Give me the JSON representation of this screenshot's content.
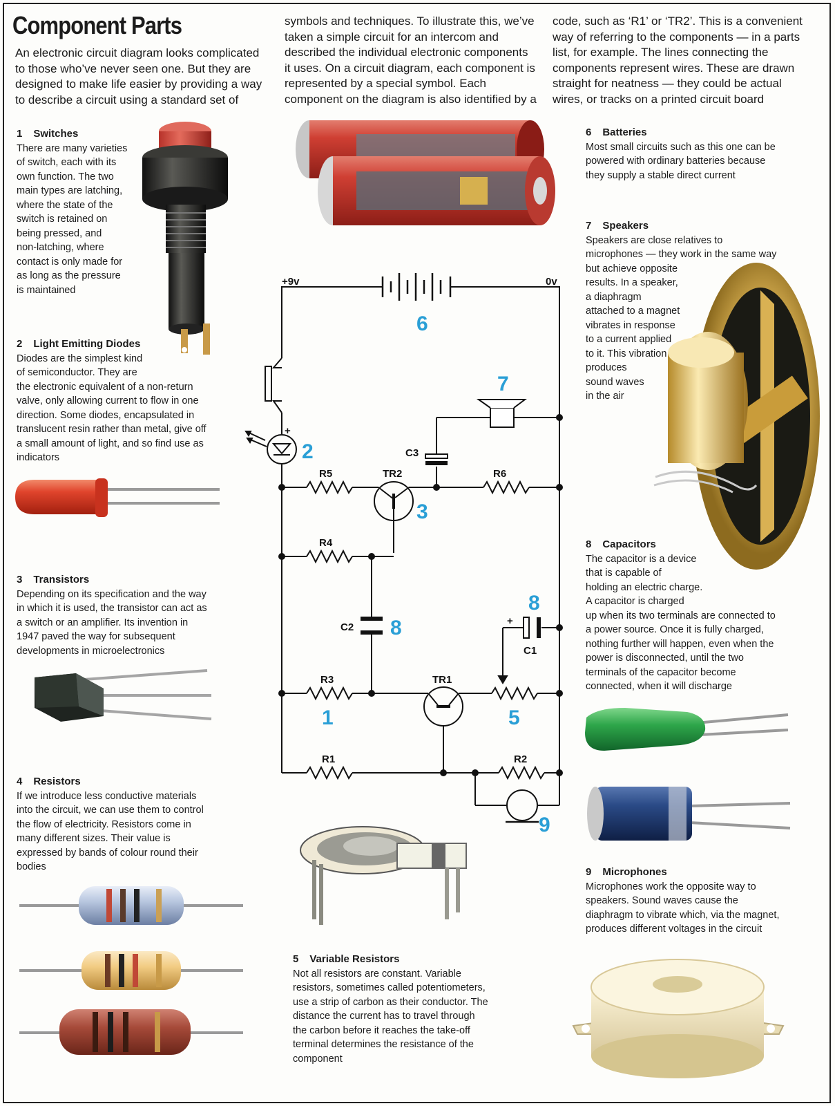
{
  "title": "Component Parts",
  "intro": {
    "col1": "An electronic circuit diagram looks complicated\nto those who’ve never seen one. But they are\ndesigned to make life easier by providing a way\nto describe a circuit using a standard set of",
    "col2": "symbols and techniques. To illustrate this, we’ve\ntaken a simple circuit for an intercom and\ndescribed the individual electronic components\nit uses. On a circuit diagram, each component is\nrepresented by a special symbol. Each\ncomponent on the diagram is also identified by a",
    "col3": "code, such as ‘R1’ or ‘TR2’. This is a convenient\nway of referring to the components — in a parts\nlist, for example. The lines connecting the\ncomponents represent wires. These are drawn\nstraight for neatness — they could be actual\nwires, or tracks on a printed circuit board"
  },
  "sections": [
    {
      "num": "1",
      "title": "Switches",
      "text": "There are many varieties\nof switch, each with its\nown function. The two\nmain types are latching,\nwhere the state of the\nswitch is retained on\nbeing pressed, and\nnon-latching, where\ncontact is only made for\nas long as the pressure\nis maintained"
    },
    {
      "num": "2",
      "title": "Light Emitting Diodes",
      "text": "Diodes are the simplest kind\nof semiconductor. They are\nthe electronic equivalent of a non-return\nvalve, only allowing current to flow in one\ndirection. Some diodes, encapsulated in\ntranslucent resin rather than metal, give off\na small amount of light, and so find use as\nindicators"
    },
    {
      "num": "3",
      "title": "Transistors",
      "text": "Depending on its specification and the way\nin which it is used, the transistor can act as\na switch or an amplifier. Its invention in\n1947 paved the way for subsequent\ndevelopments in microelectronics"
    },
    {
      "num": "4",
      "title": "Resistors",
      "text": "If we introduce less conductive materials\ninto the circuit, we can use them to control\nthe flow of electricity. Resistors come in\nmany different sizes. Their value is\nexpressed by bands of colour round their\nbodies"
    },
    {
      "num": "5",
      "title": "Variable Resistors",
      "text": "Not all resistors are constant. Variable\nresistors, sometimes called potentiometers,\nuse a strip of carbon as their conductor. The\ndistance the current has to travel through\nthe carbon before it reaches the take-off\nterminal determines the resistance of the\ncomponent"
    },
    {
      "num": "6",
      "title": "Batteries",
      "text": "Most small circuits such as this one can be\npowered with ordinary batteries because\nthey supply a stable direct current"
    },
    {
      "num": "7",
      "title": "Speakers",
      "text": "Speakers are close relatives to\nmicrophones — they work in the same way\nbut achieve opposite\nresults. In a speaker,\na diaphragm\nattached to a magnet\nvibrates in response\nto a current applied\nto it. This vibration\nproduces\nsound waves\nin the air"
    },
    {
      "num": "8",
      "title": "Capacitors",
      "text": "The capacitor is a device\nthat is capable of\nholding an electric charge.\nA capacitor is charged\nup when its two terminals are connected to\na power source. Once it is fully charged,\nnothing further will happen, even when the\npower is disconnected, until the two\nterminals of the capacitor become\nconnected, when it will discharge"
    },
    {
      "num": "9",
      "title": "Microphones",
      "text": "Microphones work the opposite way to\nspeakers. Sound waves cause the\ndiaphragm to vibrate which, via the magnet,\nproduces different voltages in the circuit"
    }
  ],
  "circuit": {
    "rail_pos": "+9v",
    "rail_neg": "0v",
    "labels": {
      "r1": "R1",
      "r2": "R2",
      "r3": "R3",
      "r4": "R4",
      "r5": "R5",
      "r6": "R6",
      "c1": "C1",
      "c2": "C2",
      "c3": "C3",
      "tr1": "TR1",
      "tr2": "TR2",
      "plus": "+"
    },
    "markers": {
      "m1": "1",
      "m2": "2",
      "m3": "3",
      "m5": "5",
      "m6": "6",
      "m7": "7",
      "m8a": "8",
      "m8b": "8",
      "m9": "9"
    }
  },
  "colors": {
    "accent_number": "#2a9fd6"
  }
}
